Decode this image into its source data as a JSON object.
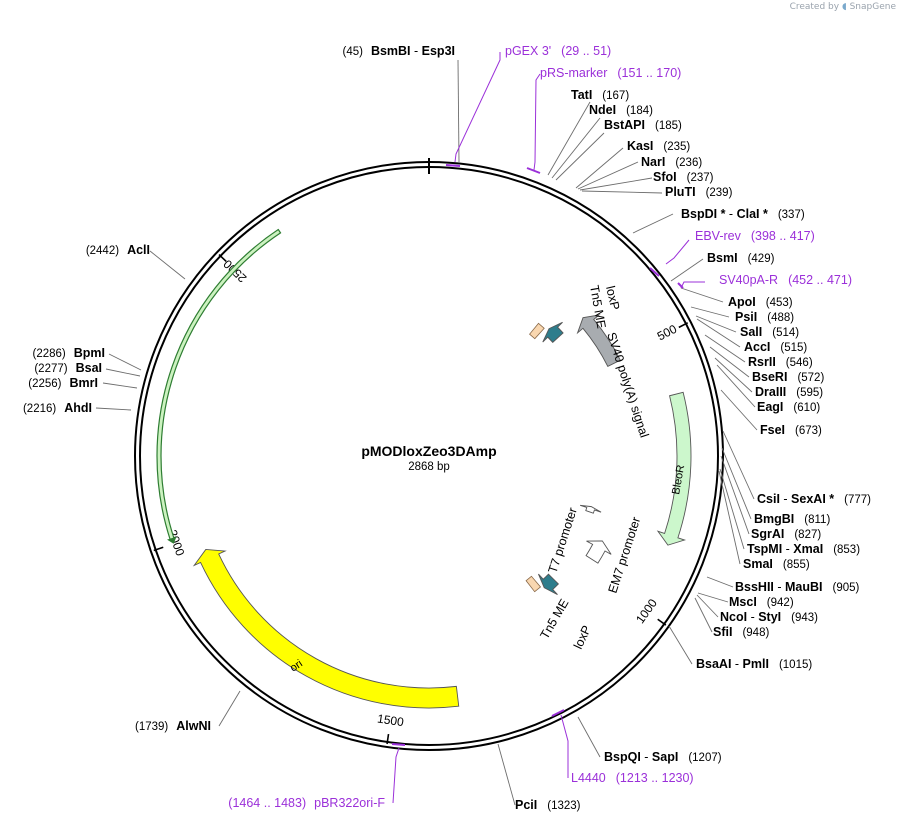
{
  "credit": {
    "prefix": "Created by",
    "brand": "SnapGene"
  },
  "plasmid": {
    "name": "pMODloxZeo3DAmp",
    "length_label": "2868 bp",
    "length": 2868
  },
  "ticks": [
    {
      "bp": 500,
      "label": "500"
    },
    {
      "bp": 1000,
      "label": "1000"
    },
    {
      "bp": 1500,
      "label": "1500"
    },
    {
      "bp": 2000,
      "label": "2000"
    },
    {
      "bp": 2500,
      "label": "2500"
    }
  ],
  "labels": [
    {
      "id": "bsmbi",
      "side": "L",
      "parts": [
        [
          "(45)",
          "n"
        ],
        [
          "BsmBI",
          "b"
        ],
        [
          " - ",
          "n"
        ],
        [
          "Esp3I",
          "b"
        ]
      ]
    },
    {
      "id": "pgex3",
      "side": "R",
      "parts": [
        [
          "pGEX 3'",
          "f"
        ],
        [
          "(29 .. 51)",
          "f"
        ]
      ]
    },
    {
      "id": "prsmarker",
      "side": "R",
      "parts": [
        [
          "pRS-marker",
          "f"
        ],
        [
          "(151 .. 170)",
          "f"
        ]
      ]
    },
    {
      "id": "tati",
      "side": "R",
      "parts": [
        [
          "TatI",
          "b"
        ],
        [
          "(167)",
          "n"
        ]
      ]
    },
    {
      "id": "ndei",
      "side": "R",
      "parts": [
        [
          "NdeI",
          "b"
        ],
        [
          "(184)",
          "n"
        ]
      ]
    },
    {
      "id": "bstapi",
      "side": "R",
      "parts": [
        [
          "BstAPI",
          "b"
        ],
        [
          "(185)",
          "n"
        ]
      ]
    },
    {
      "id": "kasi",
      "side": "R",
      "parts": [
        [
          "KasI",
          "b"
        ],
        [
          "(235)",
          "n"
        ]
      ]
    },
    {
      "id": "nari",
      "side": "R",
      "parts": [
        [
          "NarI",
          "b"
        ],
        [
          "(236)",
          "n"
        ]
      ]
    },
    {
      "id": "sfoi",
      "side": "R",
      "parts": [
        [
          "SfoI",
          "b"
        ],
        [
          "(237)",
          "n"
        ]
      ]
    },
    {
      "id": "pluti",
      "side": "R",
      "parts": [
        [
          "PluTI",
          "b"
        ],
        [
          "(239)",
          "n"
        ]
      ]
    },
    {
      "id": "bspdi",
      "side": "R",
      "parts": [
        [
          "BspDI *",
          "b"
        ],
        [
          " - ",
          "n"
        ],
        [
          "ClaI *",
          "b"
        ],
        [
          "(337)",
          "n"
        ]
      ]
    },
    {
      "id": "ebvrev",
      "side": "R",
      "parts": [
        [
          "EBV-rev",
          "f"
        ],
        [
          "(398 .. 417)",
          "f"
        ]
      ]
    },
    {
      "id": "bsmi",
      "side": "R",
      "parts": [
        [
          "BsmI",
          "b"
        ],
        [
          "(429)",
          "n"
        ]
      ]
    },
    {
      "id": "sv40pa",
      "side": "R",
      "parts": [
        [
          "SV40pA-R",
          "f"
        ],
        [
          "(452 .. 471)",
          "f"
        ]
      ]
    },
    {
      "id": "apoi",
      "side": "R",
      "parts": [
        [
          "ApoI",
          "b"
        ],
        [
          "(453)",
          "n"
        ]
      ]
    },
    {
      "id": "psii",
      "side": "R",
      "parts": [
        [
          "PsiI",
          "b"
        ],
        [
          "(488)",
          "n"
        ]
      ]
    },
    {
      "id": "sali",
      "side": "R",
      "parts": [
        [
          "SalI",
          "b"
        ],
        [
          "(514)",
          "n"
        ]
      ]
    },
    {
      "id": "acci",
      "side": "R",
      "parts": [
        [
          "AccI",
          "b"
        ],
        [
          "(515)",
          "n"
        ]
      ]
    },
    {
      "id": "rsrii",
      "side": "R",
      "parts": [
        [
          "RsrII",
          "b"
        ],
        [
          "(546)",
          "n"
        ]
      ]
    },
    {
      "id": "bseri",
      "side": "R",
      "parts": [
        [
          "BseRI",
          "b"
        ],
        [
          "(572)",
          "n"
        ]
      ]
    },
    {
      "id": "draiii",
      "side": "R",
      "parts": [
        [
          "DraIII",
          "b"
        ],
        [
          "(595)",
          "n"
        ]
      ]
    },
    {
      "id": "eagi",
      "side": "R",
      "parts": [
        [
          "EagI",
          "b"
        ],
        [
          "(610)",
          "n"
        ]
      ]
    },
    {
      "id": "fsei",
      "side": "R",
      "parts": [
        [
          "FseI",
          "b"
        ],
        [
          "(673)",
          "n"
        ]
      ]
    },
    {
      "id": "csii",
      "side": "R",
      "parts": [
        [
          "CsiI",
          "b"
        ],
        [
          " - ",
          "n"
        ],
        [
          "SexAI *",
          "b"
        ],
        [
          "(777)",
          "n"
        ]
      ]
    },
    {
      "id": "bmgbi",
      "side": "R",
      "parts": [
        [
          "BmgBI",
          "b"
        ],
        [
          "(811)",
          "n"
        ]
      ]
    },
    {
      "id": "sgrai",
      "side": "R",
      "parts": [
        [
          "SgrAI",
          "b"
        ],
        [
          "(827)",
          "n"
        ]
      ]
    },
    {
      "id": "tspmi",
      "side": "R",
      "parts": [
        [
          "TspMI",
          "b"
        ],
        [
          " - ",
          "n"
        ],
        [
          "XmaI",
          "b"
        ],
        [
          "(853)",
          "n"
        ]
      ]
    },
    {
      "id": "smai",
      "side": "R",
      "parts": [
        [
          "SmaI",
          "b"
        ],
        [
          "(855)",
          "n"
        ]
      ]
    },
    {
      "id": "bsshii",
      "side": "R",
      "parts": [
        [
          "BssHII",
          "b"
        ],
        [
          " - ",
          "n"
        ],
        [
          "MauBI",
          "b"
        ],
        [
          "(905)",
          "n"
        ]
      ]
    },
    {
      "id": "msci",
      "side": "R",
      "parts": [
        [
          "MscI",
          "b"
        ],
        [
          "(942)",
          "n"
        ]
      ]
    },
    {
      "id": "ncoi",
      "side": "R",
      "parts": [
        [
          "NcoI",
          "b"
        ],
        [
          " - ",
          "n"
        ],
        [
          "StyI",
          "b"
        ],
        [
          "(943)",
          "n"
        ]
      ]
    },
    {
      "id": "sfii",
      "side": "R",
      "parts": [
        [
          "SfiI",
          "b"
        ],
        [
          "(948)",
          "n"
        ]
      ]
    },
    {
      "id": "bsaai",
      "side": "R",
      "parts": [
        [
          "BsaAI",
          "b"
        ],
        [
          " - ",
          "n"
        ],
        [
          "PmlI",
          "b"
        ],
        [
          "(1015)",
          "n"
        ]
      ]
    },
    {
      "id": "bspqi",
      "side": "R",
      "parts": [
        [
          "BspQI",
          "b"
        ],
        [
          " - ",
          "n"
        ],
        [
          "SapI",
          "b"
        ],
        [
          "(1207)",
          "n"
        ]
      ]
    },
    {
      "id": "l4440",
      "side": "R",
      "parts": [
        [
          "L4440",
          "f"
        ],
        [
          "(1213 .. 1230)",
          "f"
        ]
      ]
    },
    {
      "id": "pcii",
      "side": "R",
      "parts": [
        [
          "PciI",
          "b"
        ],
        [
          "(1323)",
          "n"
        ]
      ]
    },
    {
      "id": "pbr322",
      "side": "L",
      "parts": [
        [
          "(1464 .. 1483)",
          "f"
        ],
        [
          "pBR322ori-F",
          "f"
        ]
      ]
    },
    {
      "id": "alwni",
      "side": "L",
      "parts": [
        [
          "(1739)",
          "n"
        ],
        [
          "AlwNI",
          "b"
        ]
      ]
    },
    {
      "id": "ahdi",
      "side": "L",
      "parts": [
        [
          "(2216)",
          "n"
        ],
        [
          "AhdI",
          "b"
        ]
      ]
    },
    {
      "id": "bmri",
      "side": "L",
      "parts": [
        [
          "(2256)",
          "n"
        ],
        [
          "BmrI",
          "b"
        ]
      ]
    },
    {
      "id": "bsai",
      "side": "L",
      "parts": [
        [
          "(2277)",
          "n"
        ],
        [
          "BsaI",
          "b"
        ]
      ]
    },
    {
      "id": "bpmi",
      "side": "L",
      "parts": [
        [
          "(2286)",
          "n"
        ],
        [
          "BpmI",
          "b"
        ]
      ]
    },
    {
      "id": "acli",
      "side": "L",
      "parts": [
        [
          "(2442)",
          "n"
        ],
        [
          "AclI",
          "b"
        ]
      ]
    }
  ],
  "features": [
    {
      "id": "sv40polya",
      "name": "SV40 poly(A) signal",
      "start": 383,
      "end": 505,
      "color": "#a8acb0"
    },
    {
      "id": "bleor",
      "name": "BleoR",
      "start": 605,
      "end": 880,
      "color": "#ccf7cc"
    },
    {
      "id": "em7",
      "name": "EM7 promoter",
      "start": 925,
      "end": 975,
      "color": "#ffffff"
    },
    {
      "id": "t7",
      "name": "T7 promoter",
      "start": 855,
      "end": 870,
      "color": "#ffffff"
    },
    {
      "id": "tn5me_top",
      "name": "Tn5 ME",
      "start": 315,
      "end": 335,
      "color": "#f9d7b0"
    },
    {
      "id": "loxp_top",
      "name": "loxP",
      "start": 345,
      "end": 378,
      "color": "#2e7d8c"
    },
    {
      "id": "loxp_bot",
      "name": "loxP",
      "start": 1073,
      "end": 1106,
      "color": "#2e7d8c"
    },
    {
      "id": "tn5me_bot",
      "name": "Tn5 ME",
      "start": 1112,
      "end": 1132,
      "color": "#f9d7b0"
    },
    {
      "id": "ori",
      "name": "ori",
      "start": 1380,
      "end": 1970,
      "color": "#ffff00"
    },
    {
      "id": "ampr",
      "name": "",
      "start": 2000,
      "end": 2600,
      "color": "#d8f5c0"
    }
  ]
}
